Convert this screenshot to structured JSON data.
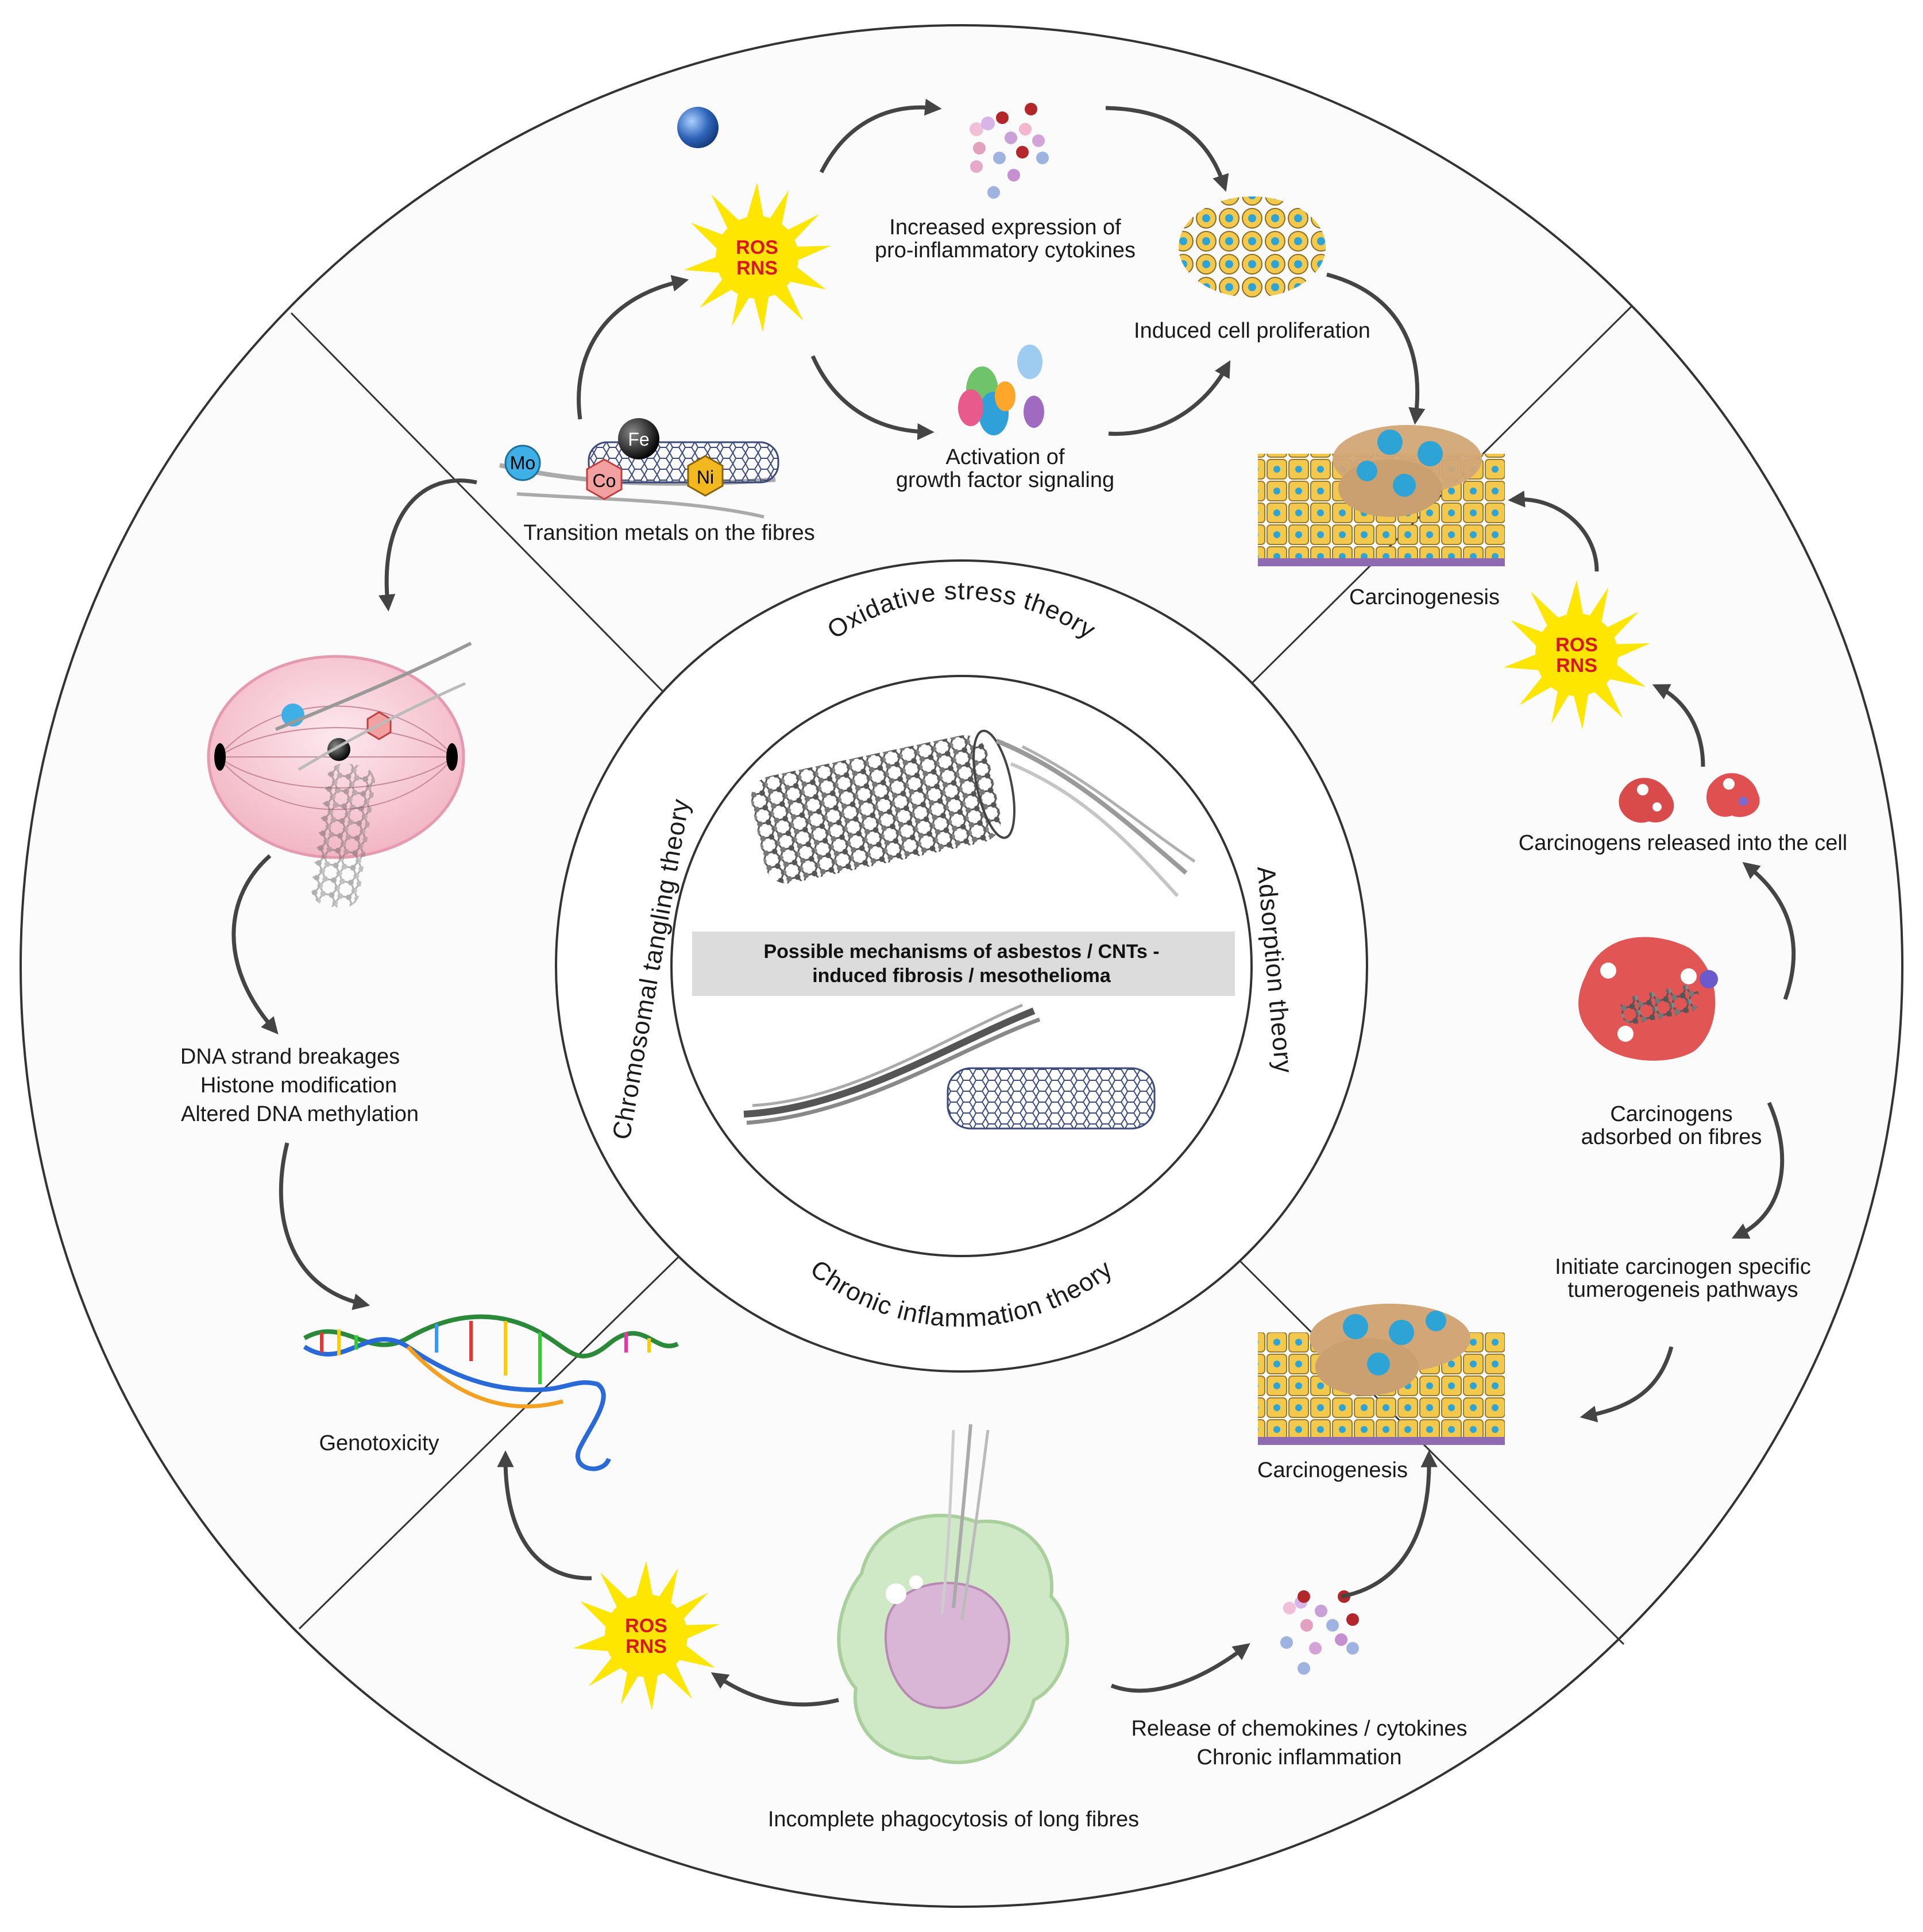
{
  "center": {
    "title_line1": "Possible mechanisms of asbestos / CNTs -",
    "title_line2": "induced fibrosis / mesothelioma"
  },
  "theories": {
    "oxidative": "Oxidative stress theory",
    "adsorption": "Adsorption theory",
    "chronic_inflammation": "Chronic inflammation theory",
    "chromosomal": "Chromosomal tangling theory"
  },
  "ros": {
    "line1": "ROS",
    "line2": "RNS"
  },
  "metals": {
    "mo": "Mo",
    "co": "Co",
    "fe": "Fe",
    "ni": "Ni"
  },
  "labels": {
    "cytokines_1": "Increased expression of",
    "cytokines_2": "pro-inflammatory cytokines",
    "proliferation": "Induced cell proliferation",
    "growth_1": "Activation of",
    "growth_2": "growth factor signaling",
    "transition_metals": "Transition metals on the fibres",
    "carcinogenesis_top": "Carcinogenesis",
    "released": "Carcinogens released into the cell",
    "adsorbed_1": "Carcinogens",
    "adsorbed_2": "adsorbed on fibres",
    "initiate_1": "Initiate carcinogen specific",
    "initiate_2": "tumerogeneis pathways",
    "carcinogenesis_bottom": "Carcinogenesis",
    "chemokines_1": "Release of chemokines / cytokines",
    "chemokines_2": "Chronic inflammation",
    "phagocytosis": "Incomplete phagocytosis of long fibres",
    "genotoxicity": "Genotoxicity",
    "dna_1": "DNA strand breakages",
    "dna_2": "Histone modification",
    "dna_3": "Altered DNA methylation"
  },
  "colors": {
    "ros_text": "#d7191c",
    "sun": "#ffe600",
    "cell_yellow": "#f2c94c",
    "cell_nucleus": "#2ea3d6",
    "membrane": "#8e6bb0",
    "macrophage": "#cfe9c6",
    "spindle": "#f6c9d3"
  }
}
